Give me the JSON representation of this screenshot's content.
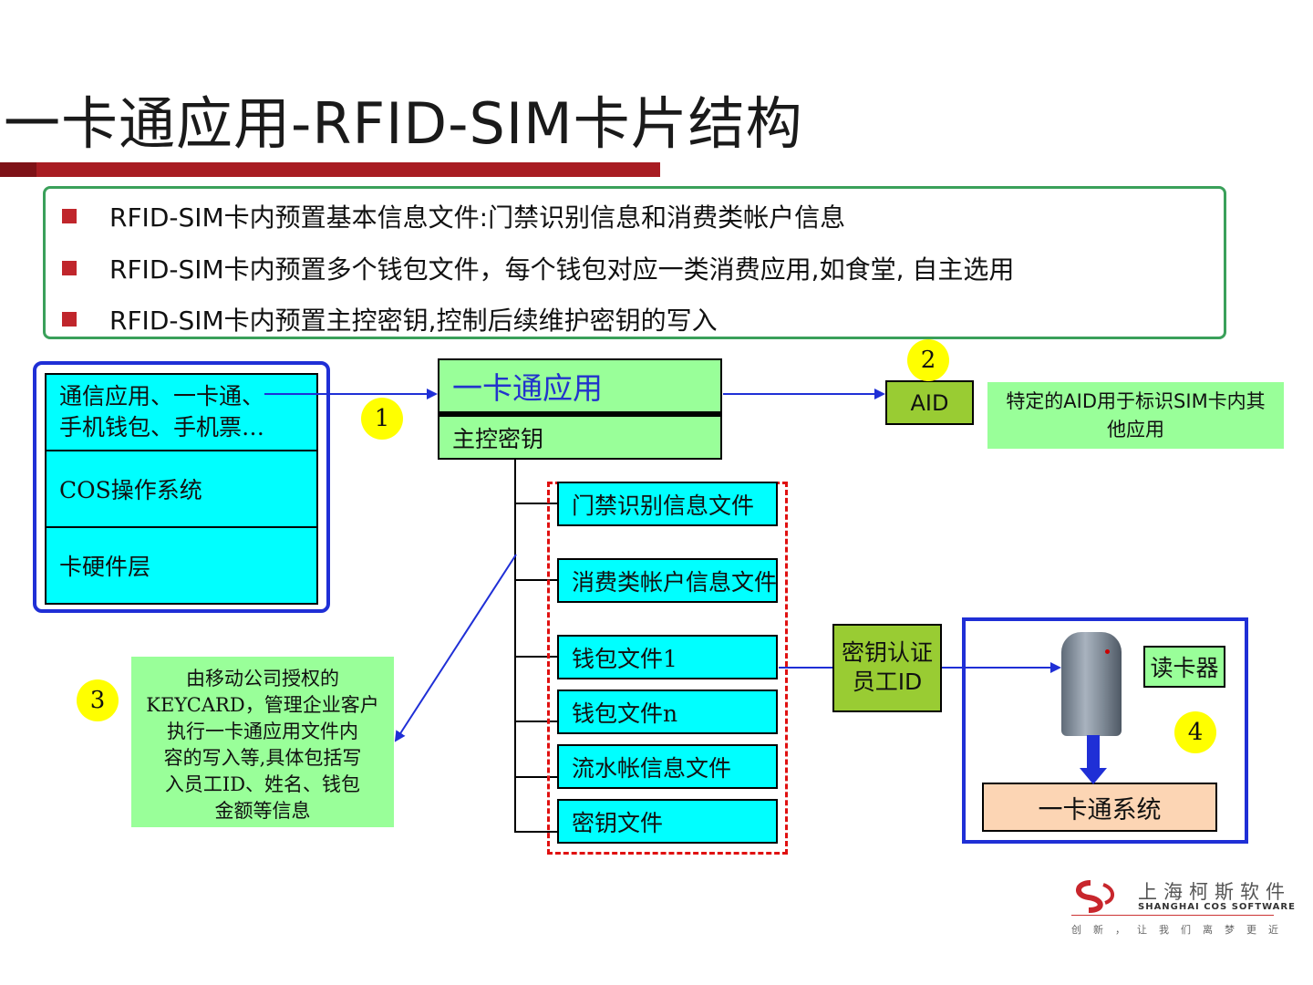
{
  "title": "一卡通应用-RFID-SIM卡片结构",
  "bullets": [
    "RFID-SIM卡内预置基本信息文件:门禁识别信息和消费类帐户信息",
    "RFID-SIM卡内预置多个钱包文件，每个钱包对应一类消费应用,如食堂, 自主选用",
    "RFID-SIM卡内预置主控密钥,控制后续维护密钥的写入"
  ],
  "card_stack": {
    "layers": [
      {
        "line1": "通信应用、一卡通、",
        "line2": "手机钱包、手机票…"
      },
      {
        "line1": "COS操作系统"
      },
      {
        "line1": "卡硬件层"
      }
    ]
  },
  "app": {
    "name": "一卡通应用",
    "master_key": "主控密钥"
  },
  "aid": {
    "label": "AID",
    "note": "特定的AID用于标识SIM卡内其他应用"
  },
  "steps": [
    "1",
    "2",
    "3",
    "4"
  ],
  "files": [
    "门禁识别信息文件",
    "消费类帐户信息文件",
    "钱包文件1",
    "钱包文件n",
    "流水帐信息文件",
    "密钥文件"
  ],
  "keycard_note": {
    "lines": [
      "由移动公司授权的",
      "KEYCARD，管理企业客户",
      "执行一卡通应用文件内",
      "容的写入等,具体包括写",
      "入员工ID、姓名、钱包",
      "金额等信息"
    ]
  },
  "auth": {
    "line1": "密钥认证",
    "line2": "员工ID"
  },
  "reader": {
    "label": "读卡器"
  },
  "system": {
    "label": "一卡通系统"
  },
  "logo": {
    "cn": "上海柯斯软件",
    "en": "SHANGHAI COS SOFTWARE",
    "slogan": "创新，让我们离梦更近"
  },
  "colors": {
    "title_bar": "#a81c22",
    "bullet_border": "#3aa05a",
    "stack_border": "#1f2fd6",
    "cyan": "#00ffff",
    "light_green": "#99ff99",
    "olive_green": "#99cc33",
    "peach": "#fcd5b4",
    "badge": "#ffff00",
    "dashed": "#e01010"
  }
}
